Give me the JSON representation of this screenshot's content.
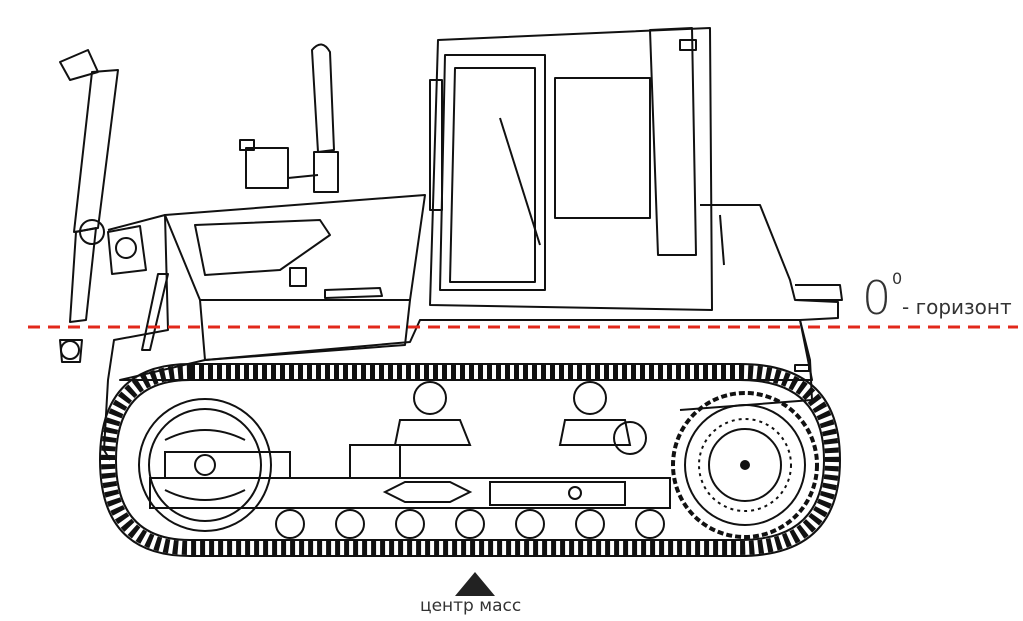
{
  "horizon": {
    "degree_value": "0",
    "degree_mark": "0",
    "label": "- горизонт",
    "line_color": "#e2281b"
  },
  "center_of_mass": {
    "label": "центр масс",
    "marker_color": "#222222"
  },
  "drawing": {
    "stroke_color": "#111111",
    "subject": "bulldozer"
  }
}
